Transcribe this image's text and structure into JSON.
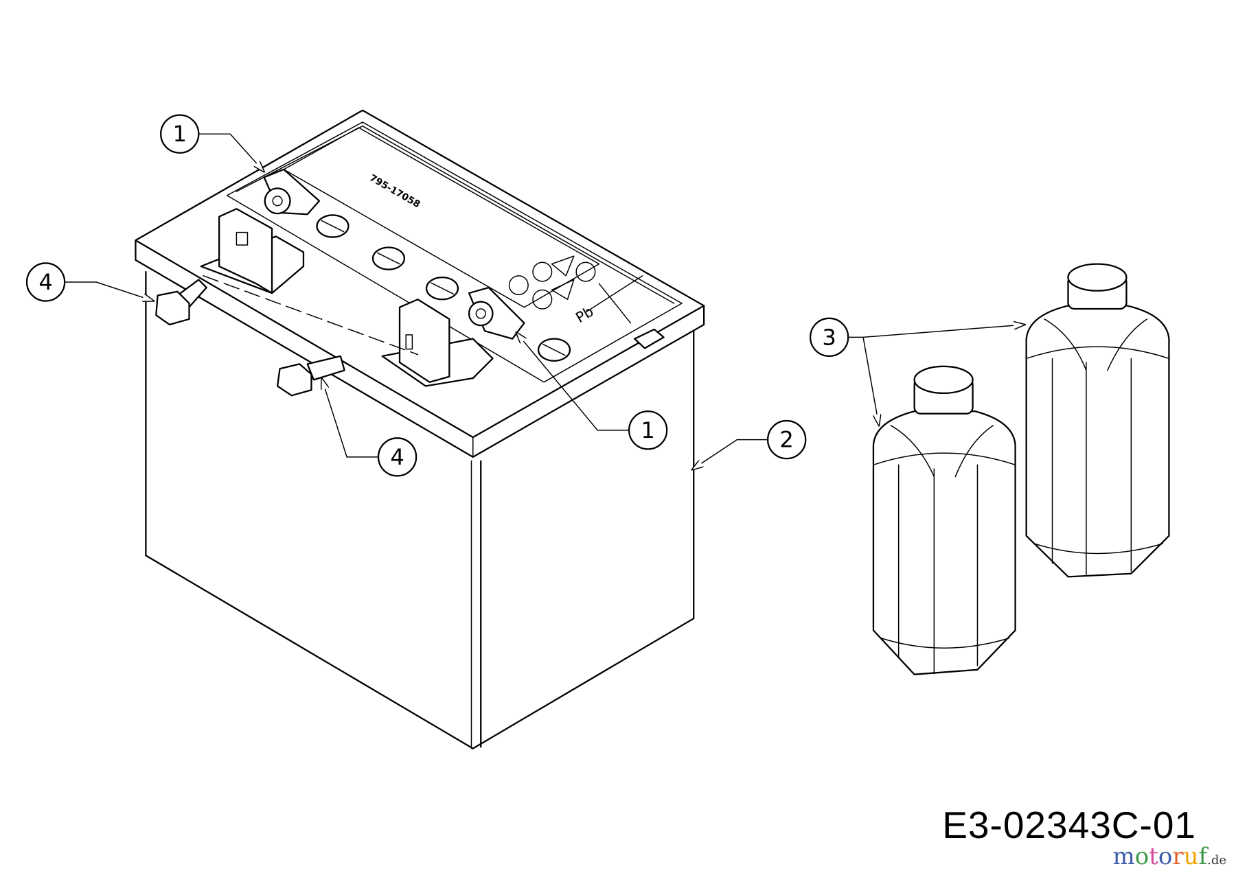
{
  "drawing_code": "E3-02343C-01",
  "watermark": {
    "brand": "motoruf",
    "tld": ".de"
  },
  "battery_label_part_no": "795-17058",
  "battery_label_symbol": "Pb",
  "callouts": [
    {
      "id": "callout-1a",
      "label": "1",
      "part": "battery-terminal-cap"
    },
    {
      "id": "callout-1b",
      "label": "1",
      "part": "battery-terminal-cap"
    },
    {
      "id": "callout-2",
      "label": "2",
      "part": "battery"
    },
    {
      "id": "callout-3",
      "label": "3",
      "part": "acid-bottle"
    },
    {
      "id": "callout-4a",
      "label": "4",
      "part": "terminal-bolt"
    },
    {
      "id": "callout-4b",
      "label": "4",
      "part": "terminal-bolt"
    }
  ]
}
